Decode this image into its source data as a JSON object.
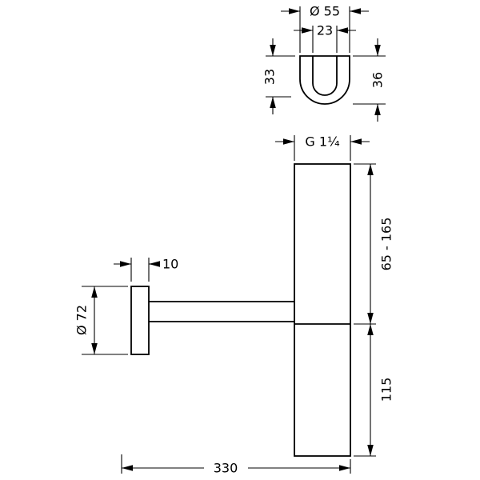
{
  "colors": {
    "background": "#ffffff",
    "line": "#000000",
    "text": "#000000"
  },
  "dimensions": {
    "top_view": {
      "outer_diameter": "Ø 55",
      "inner_width": "23",
      "depth": "33",
      "height": "36"
    },
    "main_view": {
      "thread": "G 1¼",
      "flange_thickness": "10",
      "flange_diameter": "Ø 72",
      "vertical_adjustment_range": "65 - 165",
      "lower_body_height": "115",
      "horizontal_reach": "330"
    }
  }
}
